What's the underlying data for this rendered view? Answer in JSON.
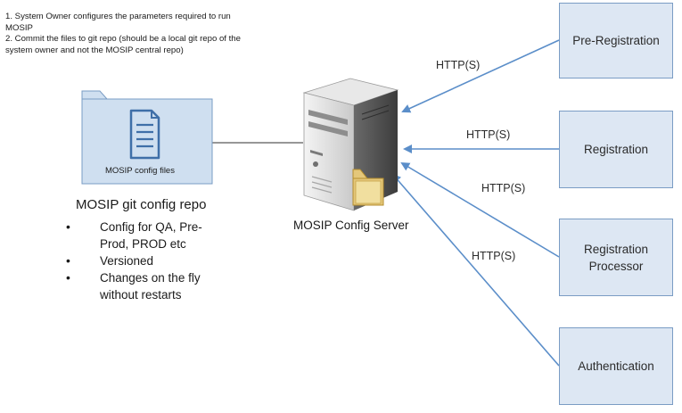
{
  "notes": [
    "1. System Owner configures the parameters required to run",
    "MOSIP",
    "2. Commit the files to git repo (should be a local git repo of the",
    "system owner and not the MOSIP central repo)"
  ],
  "repo": {
    "folder_label": "MOSIP config files",
    "title": "MOSIP git config repo",
    "bullets": [
      [
        "Config for QA, Pre-",
        "Prod, PROD etc"
      ],
      [
        "Versioned"
      ],
      [
        "Changes on the fly",
        "without restarts"
      ]
    ]
  },
  "server": {
    "label": "MOSIP Config Server"
  },
  "services": [
    {
      "lines": [
        "Pre-Registration"
      ],
      "protocol": "HTTP(S)"
    },
    {
      "lines": [
        "Registration"
      ],
      "protocol": "HTTP(S)"
    },
    {
      "lines": [
        "Registration",
        "Processor"
      ],
      "protocol": "HTTP(S)"
    },
    {
      "lines": [
        "Authentication"
      ],
      "protocol": "HTTP(S)"
    }
  ],
  "colors": {
    "service_fill": "#dde7f3",
    "service_border": "#7a9cc4",
    "arrow": "#5b8ec9",
    "folder": "#cfdff0"
  }
}
